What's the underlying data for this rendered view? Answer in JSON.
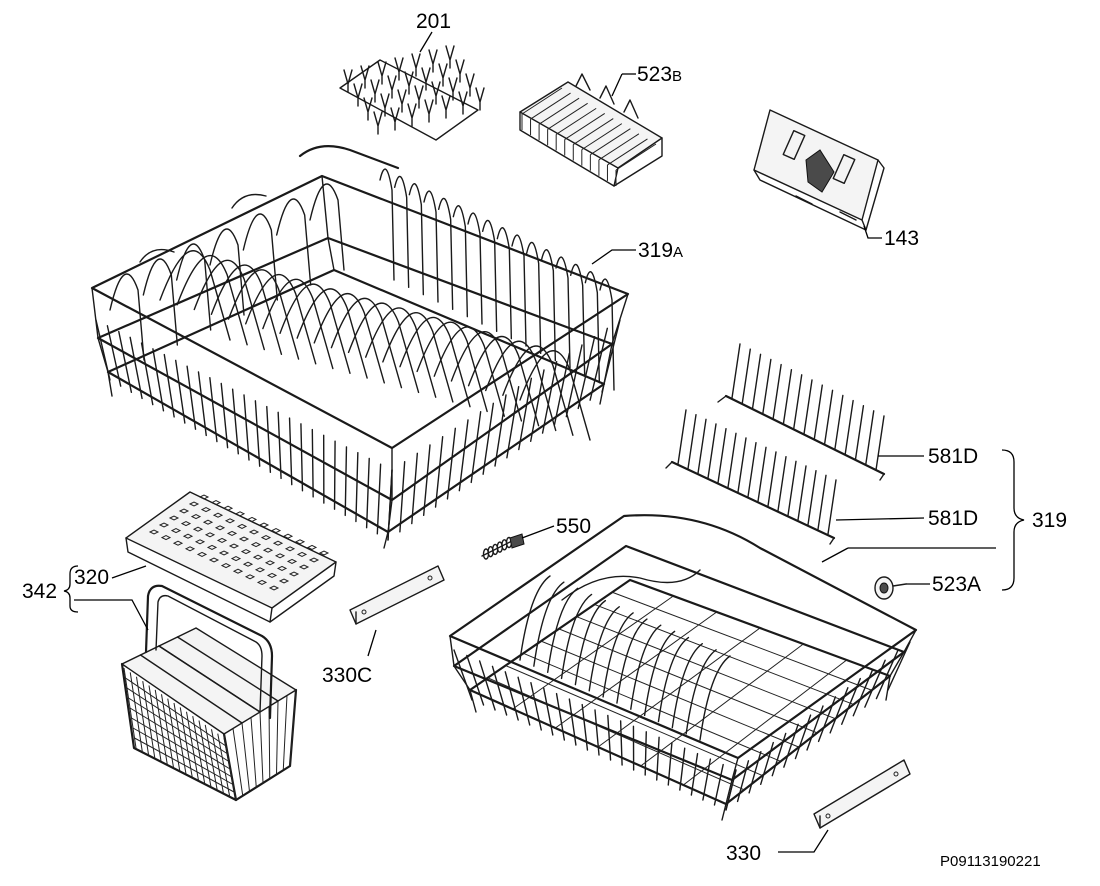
{
  "labels": {
    "l201": "201",
    "l523b_num": "523",
    "l523b_suf": "B",
    "l143": "143",
    "l319a_num": "319",
    "l319a_suf": "A",
    "l581d_1": "581D",
    "l581d_2": "581D",
    "l319": "319",
    "l550": "550",
    "l523a": "523A",
    "l342": "342",
    "l320": "320",
    "l330c": "330C",
    "l330": "330"
  },
  "drawing_code": "P09113190221"
}
